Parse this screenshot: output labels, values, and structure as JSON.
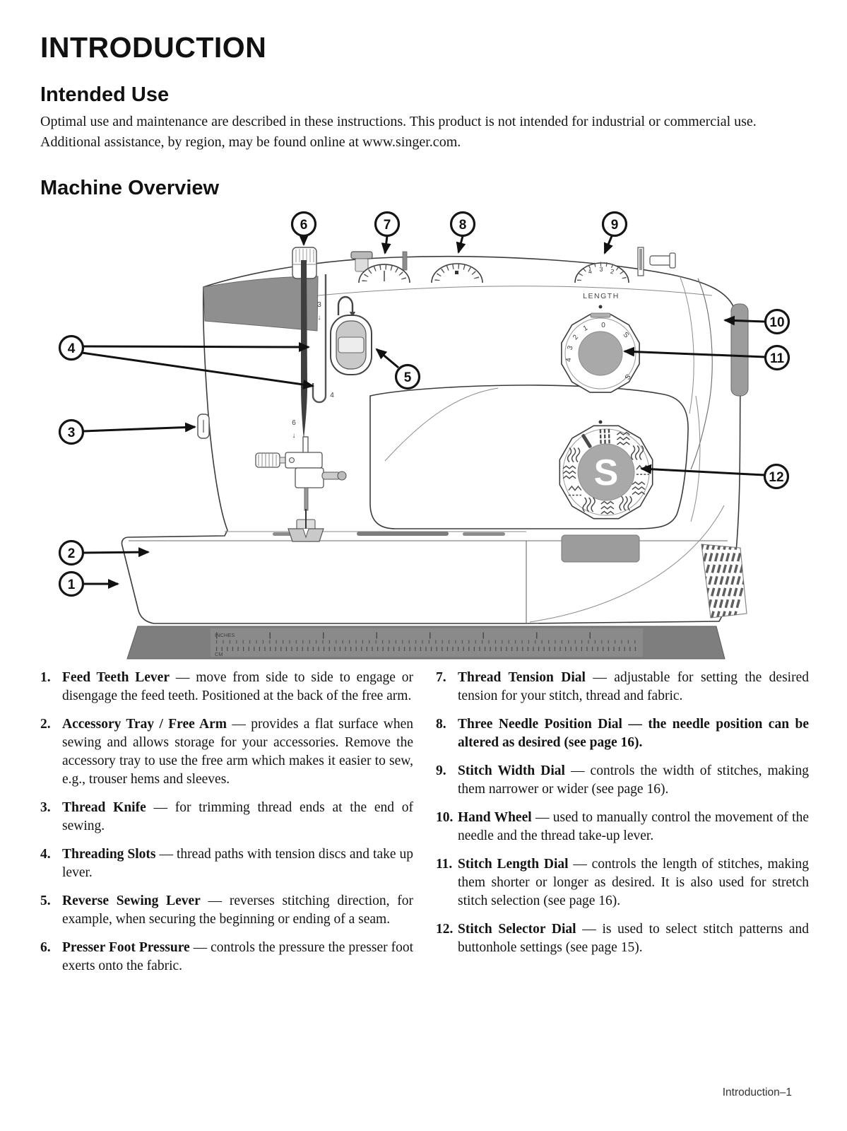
{
  "page": {
    "title": "INTRODUCTION",
    "footer": "Introduction–1"
  },
  "intended_use": {
    "heading": "Intended Use",
    "body_line1": "Optimal use and maintenance are described in these instructions. This product is not intended for industrial or commercial use.",
    "body_line2": "Additional assistance, by region, may be found online at www.singer.com."
  },
  "machine_overview": {
    "heading": "Machine Overview"
  },
  "diagram": {
    "callouts": [
      "1",
      "2",
      "3",
      "4",
      "5",
      "6",
      "7",
      "8",
      "9",
      "10",
      "11",
      "12"
    ],
    "length_label": "LENGTH",
    "selector_letter": "S",
    "pressure_knob_number": "3",
    "width_dial_marks": [
      "4",
      "3",
      "2"
    ],
    "length_dial_marks": [
      "0",
      "1",
      "2",
      "3",
      "4",
      "S",
      "S"
    ],
    "thread_guide_numbers": [
      "3",
      "4",
      "6"
    ],
    "down_arrow": "↓",
    "ruler": {
      "inches": "INCHES",
      "cm": "CM"
    }
  },
  "parts": [
    {
      "num": "1.",
      "name": "Feed Teeth Lever",
      "rest": " — move from side to side to engage or disengage the feed teeth. Positioned at the back of the free arm."
    },
    {
      "num": "2.",
      "name": "Accessory Tray / Free Arm",
      "rest": " — provides a flat surface when sewing and allows storage for your accessories. Remove the accessory tray to use the free arm which makes it easier to sew, e.g., trouser hems and sleeves."
    },
    {
      "num": "3.",
      "name": "Thread Knife",
      "rest": " — for trimming thread ends at the end of sewing."
    },
    {
      "num": "4.",
      "name": "Threading Slots",
      "rest": " — thread paths with tension discs and take up lever."
    },
    {
      "num": "5.",
      "name": "Reverse Sewing Lever",
      "rest": " — reverses stitching direction, for example, when securing the beginning or ending of a seam."
    },
    {
      "num": "6.",
      "name": "Presser Foot Pressure",
      "rest": " — controls the pressure the presser foot exerts onto the fabric."
    },
    {
      "num": "7.",
      "name": "Thread Tension Dial",
      "rest": " — adjustable for setting the desired tension for your stitch, thread and fabric."
    },
    {
      "num": "8.",
      "name": "Three Needle Position Dial",
      "rest": " — the needle position can be altered as desired (see page 16)."
    },
    {
      "num": "9.",
      "name": "Stitch Width Dial",
      "rest": " — controls the width of stitches, making them narrower or wider (see page 16)."
    },
    {
      "num": "10.",
      "name": "Hand Wheel",
      "rest": " — used to manually control the movement of the needle and the thread take-up lever."
    },
    {
      "num": "11.",
      "name": "Stitch Length Dial",
      "rest": " — controls the length of stitches, making them shorter or longer as desired. It is also used for stretch stitch selection (see page 16)."
    },
    {
      "num": "12.",
      "name": "Stitch Selector Dial",
      "rest": " — is used to select stitch patterns and buttonhole settings (see page 15)."
    }
  ]
}
